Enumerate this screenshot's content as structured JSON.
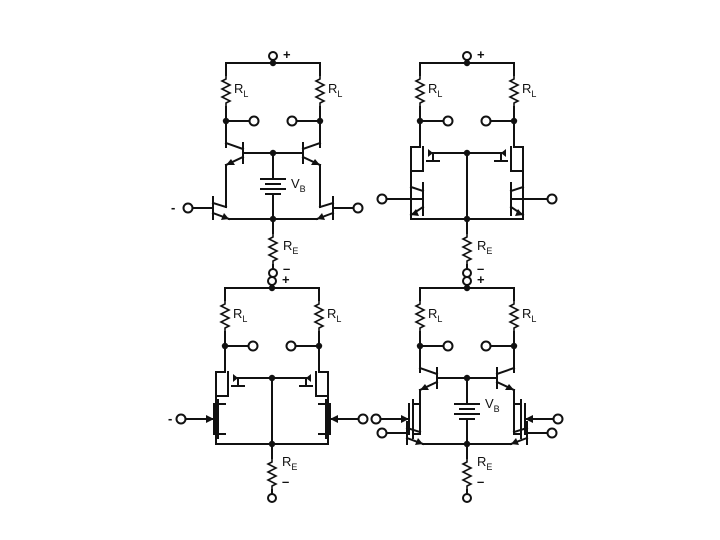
{
  "labels": {
    "supply_positive": "+",
    "supply_negative": "–",
    "input_negative": "-",
    "load_resistor_main": "R",
    "load_resistor_sub": "L",
    "emitter_resistor_main": "R",
    "emitter_resistor_sub": "E",
    "bias_source_main": "V",
    "bias_source_sub": "B"
  },
  "colors": {
    "ink": "#111111",
    "background": "#ffffff"
  }
}
